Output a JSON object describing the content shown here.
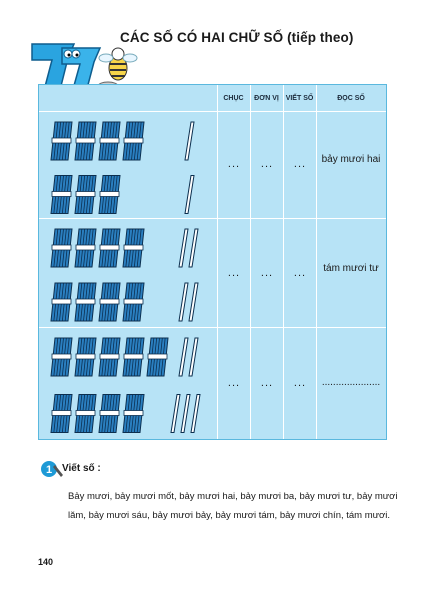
{
  "title": "CÁC SỐ CÓ HAI CHỮ SỐ",
  "subtitle": "(tiếp theo)",
  "table": {
    "headers": [
      "CHỤC",
      "ĐƠN VỊ",
      "VIẾT SỐ",
      "ĐỌC SỐ"
    ],
    "rows": [
      {
        "bundles": 7,
        "units": 2,
        "chuc": "...",
        "don_vi": "...",
        "viet_so": "...",
        "doc_so": "bảy mươi hai"
      },
      {
        "bundles": 8,
        "units": 4,
        "chuc": "...",
        "don_vi": "...",
        "viet_so": "...",
        "doc_so": "tám mươi tư"
      },
      {
        "bundles": 9,
        "units": 5,
        "chuc": "...",
        "don_vi": "...",
        "viet_so": "...",
        "doc_so": "....................."
      }
    ]
  },
  "exercise": {
    "number": "1",
    "label": "Viết số :",
    "text": "Bảy mươi, bảy mươi mốt, bảy mươi hai, bảy mươi ba, bảy mươi tư, bảy mươi lăm, bảy mươi sáu, bảy mươi bảy, bảy mươi tám, bảy mươi chín, tám mươi."
  },
  "page_number": "140",
  "colors": {
    "table_bg": "#b7e3f6",
    "bundle": "#2a7fc0",
    "badge": "#1e9ad6"
  }
}
